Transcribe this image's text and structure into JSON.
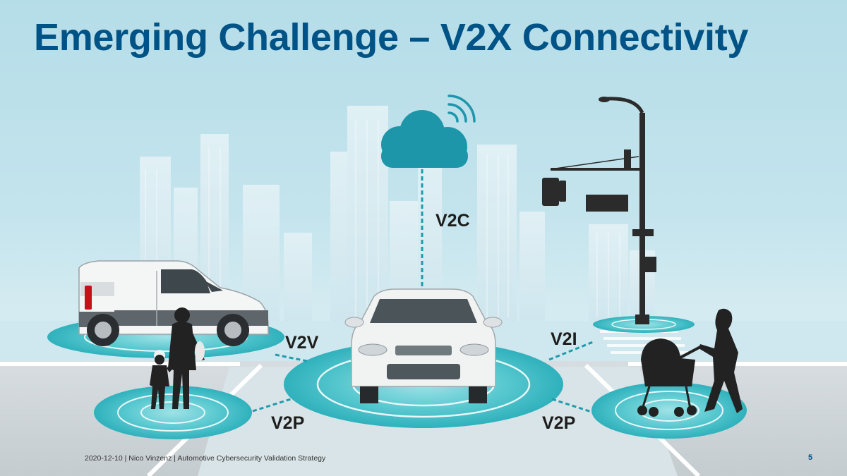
{
  "slide": {
    "title": "Emerging Challenge – V2X Connectivity",
    "labels": {
      "v2c": "V2C",
      "v2v": "V2V",
      "v2i": "V2I",
      "v2p_left": "V2P",
      "v2p_right": "V2P"
    },
    "footer": {
      "text": "2020-12-10 | Nico Vinzenz | Automotive Cybersecurity Validation Strategy",
      "page_number": "5"
    }
  },
  "colors": {
    "title": "#005386",
    "signal": "#35b7c1",
    "cloud": "#1e96aa",
    "silhouette": "#222222"
  }
}
